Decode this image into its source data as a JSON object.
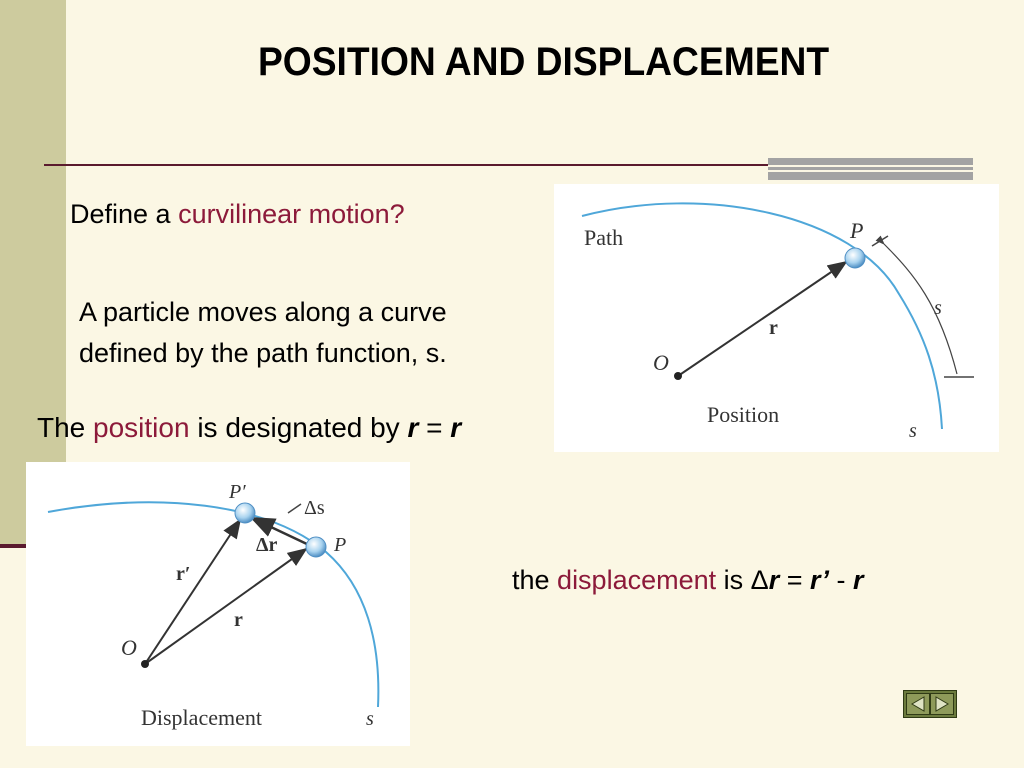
{
  "title": "POSITION AND DISPLACEMENT",
  "define_prefix": "Define a ",
  "define_term": "curvilinear motion?",
  "particle_line1": "A particle moves along a curve",
  "particle_line2": "defined by the path function, s.",
  "position_prefix": "The ",
  "position_term": "position",
  "position_middle": " is designated by ",
  "position_r1": "r",
  "position_eq": " = ",
  "position_r2": "r",
  "displacement_prefix": "the ",
  "displacement_term": "displacement",
  "displacement_is": " is ",
  "displacement_delta": "Δ",
  "displacement_r": "r",
  "displacement_eq": " = ",
  "displacement_rprime": "r’",
  "displacement_minus": " - ",
  "displacement_r2": "r",
  "figure_position": {
    "path_label": "Path",
    "point_label": "P",
    "vector_label": "r",
    "origin_label": "O",
    "arc_label": "s",
    "curve_label": "s",
    "caption": "Position"
  },
  "figure_displacement": {
    "pprime_label": "P′",
    "ds_label": "Δs",
    "dr_label": "Δr",
    "p_label": "P",
    "rprime_label": "r′",
    "r_label": "r",
    "origin_label": "O",
    "caption": "Displacement",
    "curve_label": "s"
  },
  "colors": {
    "accent": "#8c1a3a",
    "background": "#fbf7e4",
    "side_band": "#cdcb9e",
    "curve": "#4fa7d9"
  },
  "nav": {
    "prev_icon": "triangle-left-icon",
    "next_icon": "triangle-right-icon"
  }
}
